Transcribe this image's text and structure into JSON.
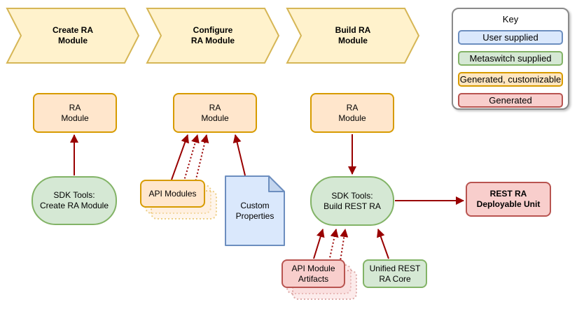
{
  "palette": {
    "arrow": "#990000",
    "phase_fill": "#FFF2CC",
    "phase_border": "#D6B656",
    "user_supplied_fill": "#DAE8FC",
    "user_supplied_border": "#6C8EBF",
    "note_fold_fill": "#C3D5EE",
    "metaswitch_fill": "#D5E8D4",
    "metaswitch_border": "#82B366",
    "generated_customizable_fill": "#FFE6CC",
    "generated_customizable_border": "#D79B00",
    "generated_fill": "#F8CECC",
    "generated_border": "#B85450"
  },
  "phases": {
    "create": "Create RA\nModule",
    "configure": "Configure\nRA Module",
    "build": "Build RA\nModule"
  },
  "nodes": {
    "ra_module_1": "RA\nModule",
    "ra_module_2": "RA\nModule",
    "ra_module_3": "RA\nModule",
    "sdk_create": "SDK Tools:\nCreate RA Module",
    "api_modules": "API Modules",
    "custom_properties": "Custom\nProperties",
    "sdk_build": "SDK Tools:\nBuild REST RA",
    "rest_ra_deployable_unit": "REST RA\nDeployable Unit",
    "api_module_artifacts": "API Module\nArtifacts",
    "unified_rest_ra_core": "Unified REST\nRA Core"
  },
  "key": {
    "title": "Key",
    "items": [
      {
        "label": "User supplied",
        "fill": "#DAE8FC",
        "border": "#6C8EBF"
      },
      {
        "label": "Metaswitch supplied",
        "fill": "#D5E8D4",
        "border": "#82B366"
      },
      {
        "label": "Generated, customizable",
        "fill": "#FFE6C0",
        "border": "#D79B00"
      },
      {
        "label": "Generated",
        "fill": "#F8CECC",
        "border": "#B85450"
      }
    ]
  }
}
